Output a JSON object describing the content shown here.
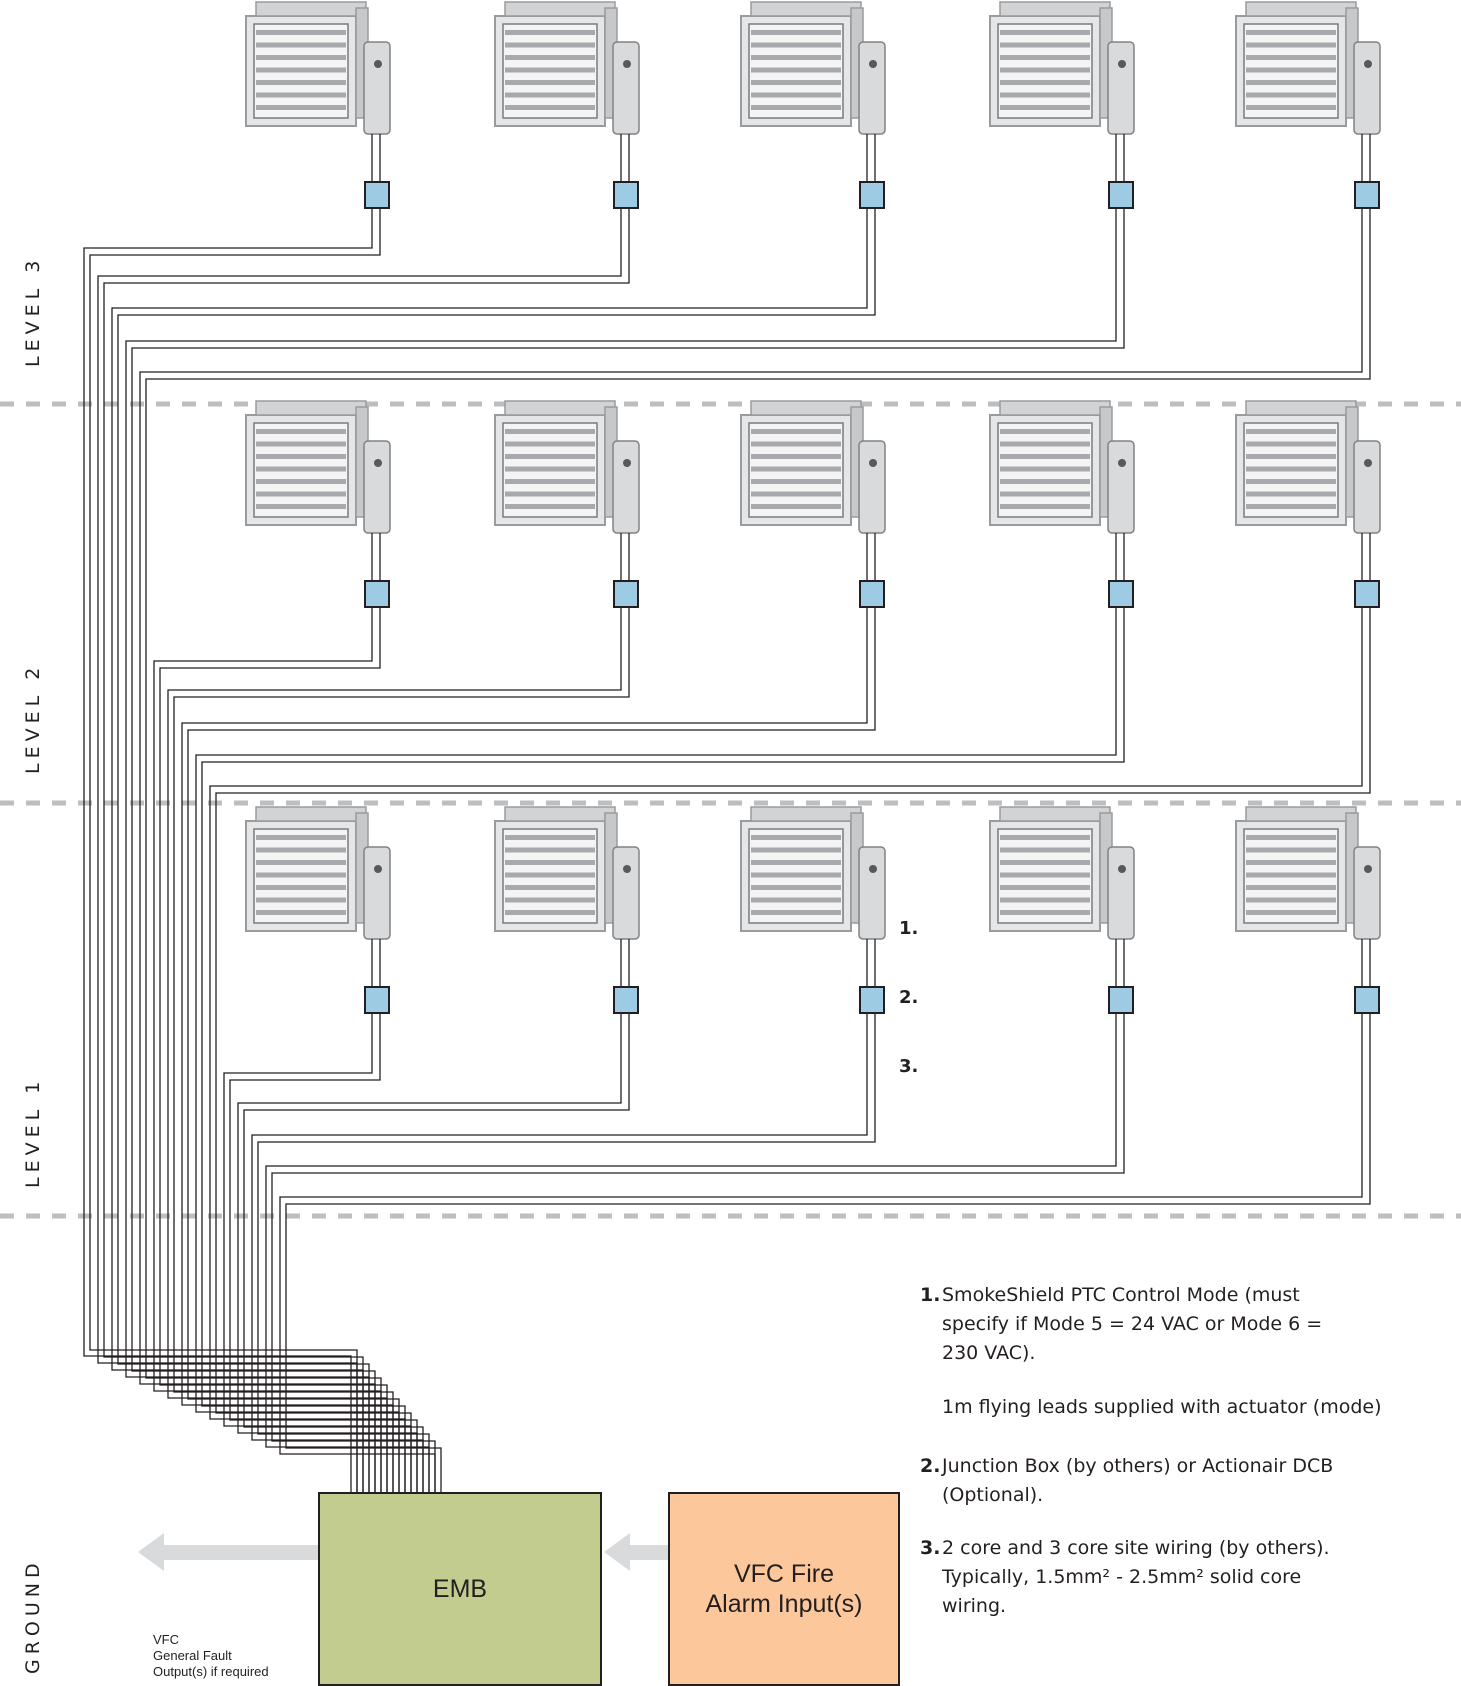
{
  "levels": [
    {
      "label": "LEVEL 3"
    },
    {
      "label": "LEVEL 2"
    },
    {
      "label": "LEVEL 1"
    },
    {
      "label": "GROUND"
    }
  ],
  "emb": {
    "label": "EMB"
  },
  "fire_alarm": {
    "line1": "VFC Fire",
    "line2": "Alarm Input(s)"
  },
  "fault_output": {
    "line1": "VFC",
    "line2": "General Fault",
    "line3": "Output(s) if required"
  },
  "callouts": [
    "1.",
    "2.",
    "3."
  ],
  "notes": [
    {
      "number": "1.",
      "text": "SmokeShield PTC Control Mode (must specify if Mode 5 = 24 VAC or Mode 6 = 230 VAC)."
    },
    {
      "number": "",
      "text": "1m flying leads supplied with actuator (mode)"
    },
    {
      "number": "2.",
      "text": "Junction Box (by others) or Actionair DCB (Optional)."
    },
    {
      "number": "3.",
      "text": "2 core and 3 core site wiring (by others). Typically, 1.5mm² - 2.5mm² solid core wiring."
    }
  ],
  "colors": {
    "junction_box": "#9ecbe4",
    "emb_fill": "#c2cc8e",
    "fire_alarm_fill": "#fcc79a",
    "arrow": "#d9dadb",
    "divider": "#bcbec0"
  }
}
